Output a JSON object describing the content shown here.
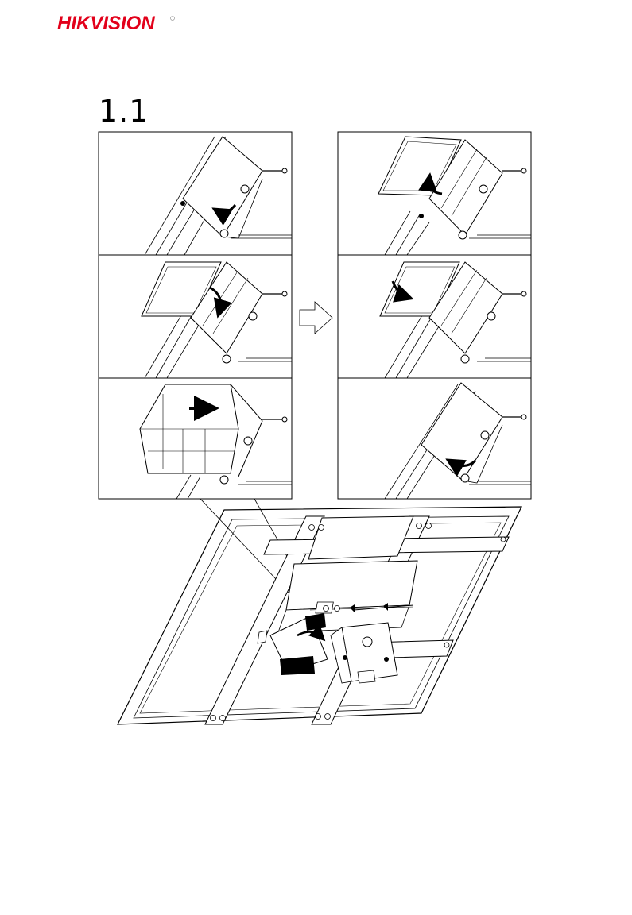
{
  "header": {
    "logo_text": "HIKVISION",
    "logo_color": "#e2001a",
    "logo_icon": "hikvision-logo"
  },
  "step": {
    "number": "1.1"
  },
  "panels": [
    {
      "id": "left-1",
      "arrow": "curved-arrow"
    },
    {
      "id": "left-2",
      "arrow": "curved-arrow"
    },
    {
      "id": "left-3",
      "arrow": "straight-arrow"
    },
    {
      "id": "right-1",
      "arrow": "curved-arrow"
    },
    {
      "id": "right-2",
      "arrow": "curved-arrow"
    },
    {
      "id": "right-3",
      "arrow": "curved-arrow"
    }
  ],
  "sequence_arrow_icon": "outline-right-arrow-icon"
}
